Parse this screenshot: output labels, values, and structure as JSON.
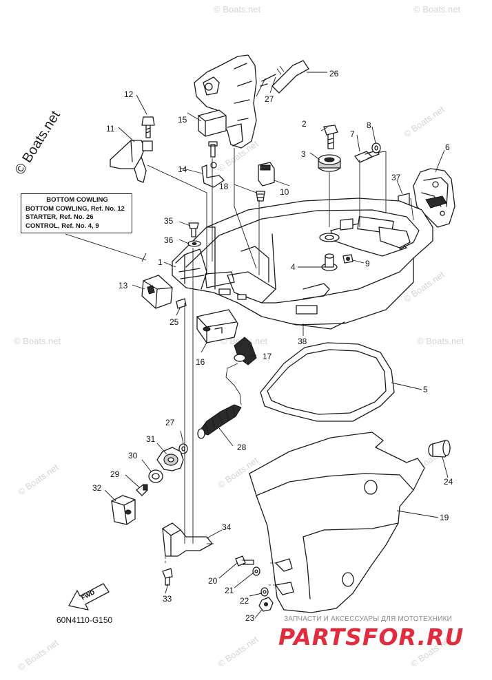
{
  "note": {
    "title": "BOTTOM COWLING",
    "lines": [
      "BOTTOM COWLING, Ref. No. 12",
      "STARTER, Ref. No. 26",
      "CONTROL, Ref. No. 4, 9"
    ]
  },
  "diagram_code": "60N4110-G150",
  "fwd_label": "FWD",
  "watermark": "© Boats.net",
  "store": {
    "tagline": "ЗАПЧАСТИ И АКСЕССУАРЫ ДЛЯ МОТОТЕХНИКИ",
    "logo": "PARTSFOR.RU"
  },
  "callouts": {
    "n1": "1",
    "n2": "2",
    "n3": "3",
    "n4": "4",
    "n5": "5",
    "n6": "6",
    "n7": "7",
    "n8": "8",
    "n9": "9",
    "n10": "10",
    "n11": "11",
    "n12": "12",
    "n13": "13",
    "n14": "14",
    "n15": "15",
    "n16": "16",
    "n17": "17",
    "n18": "18",
    "n19": "19",
    "n20": "20",
    "n21": "21",
    "n22": "22",
    "n23": "23",
    "n24": "24",
    "n25": "25",
    "n26": "26",
    "n27a": "27",
    "n27b": "27",
    "n28": "28",
    "n29": "29",
    "n30": "30",
    "n31": "31",
    "n32": "32",
    "n33": "33",
    "n34": "34",
    "n35": "35",
    "n36": "36",
    "n37": "37",
    "n38": "38"
  }
}
